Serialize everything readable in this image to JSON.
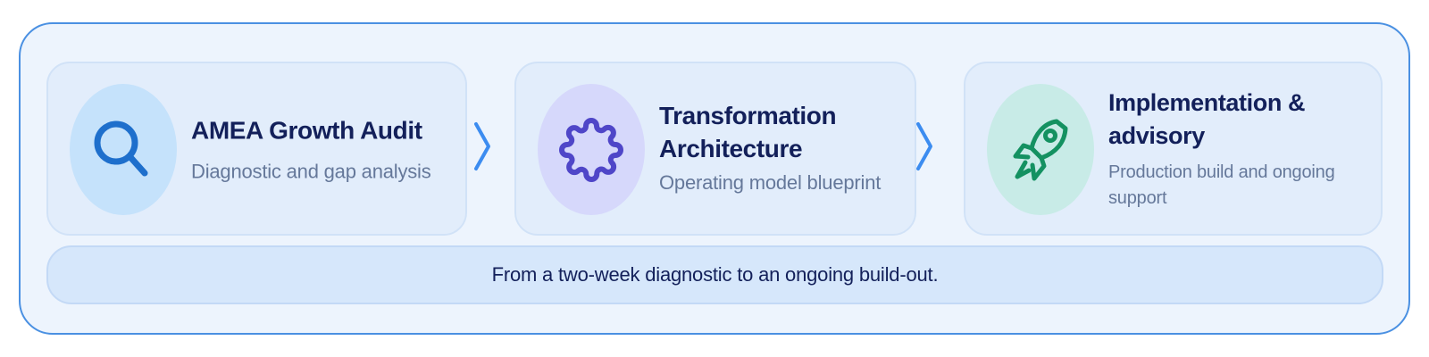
{
  "steps": [
    {
      "title": "AMEA Growth Audit",
      "subtitle": "Diagnostic and gap analysis",
      "icon": "search-icon",
      "icon_color": "#1e6fcc",
      "circle_color": "#c5e2fb"
    },
    {
      "title": "Transformation Architecture",
      "subtitle": "Operating model blueprint",
      "icon": "gear-icon",
      "icon_color": "#4f46c8",
      "circle_color": "#d6d8fb"
    },
    {
      "title": "Implementation & advisory",
      "subtitle": "Production build and ongoing support",
      "icon": "rocket-icon",
      "icon_color": "#149161",
      "circle_color": "#c8ebe7"
    }
  ],
  "footer": {
    "text": "From a two-week diagnostic to an ongoing build-out."
  },
  "colors": {
    "frame_border": "#4a90e2",
    "chevron": "#3c8cf0"
  }
}
